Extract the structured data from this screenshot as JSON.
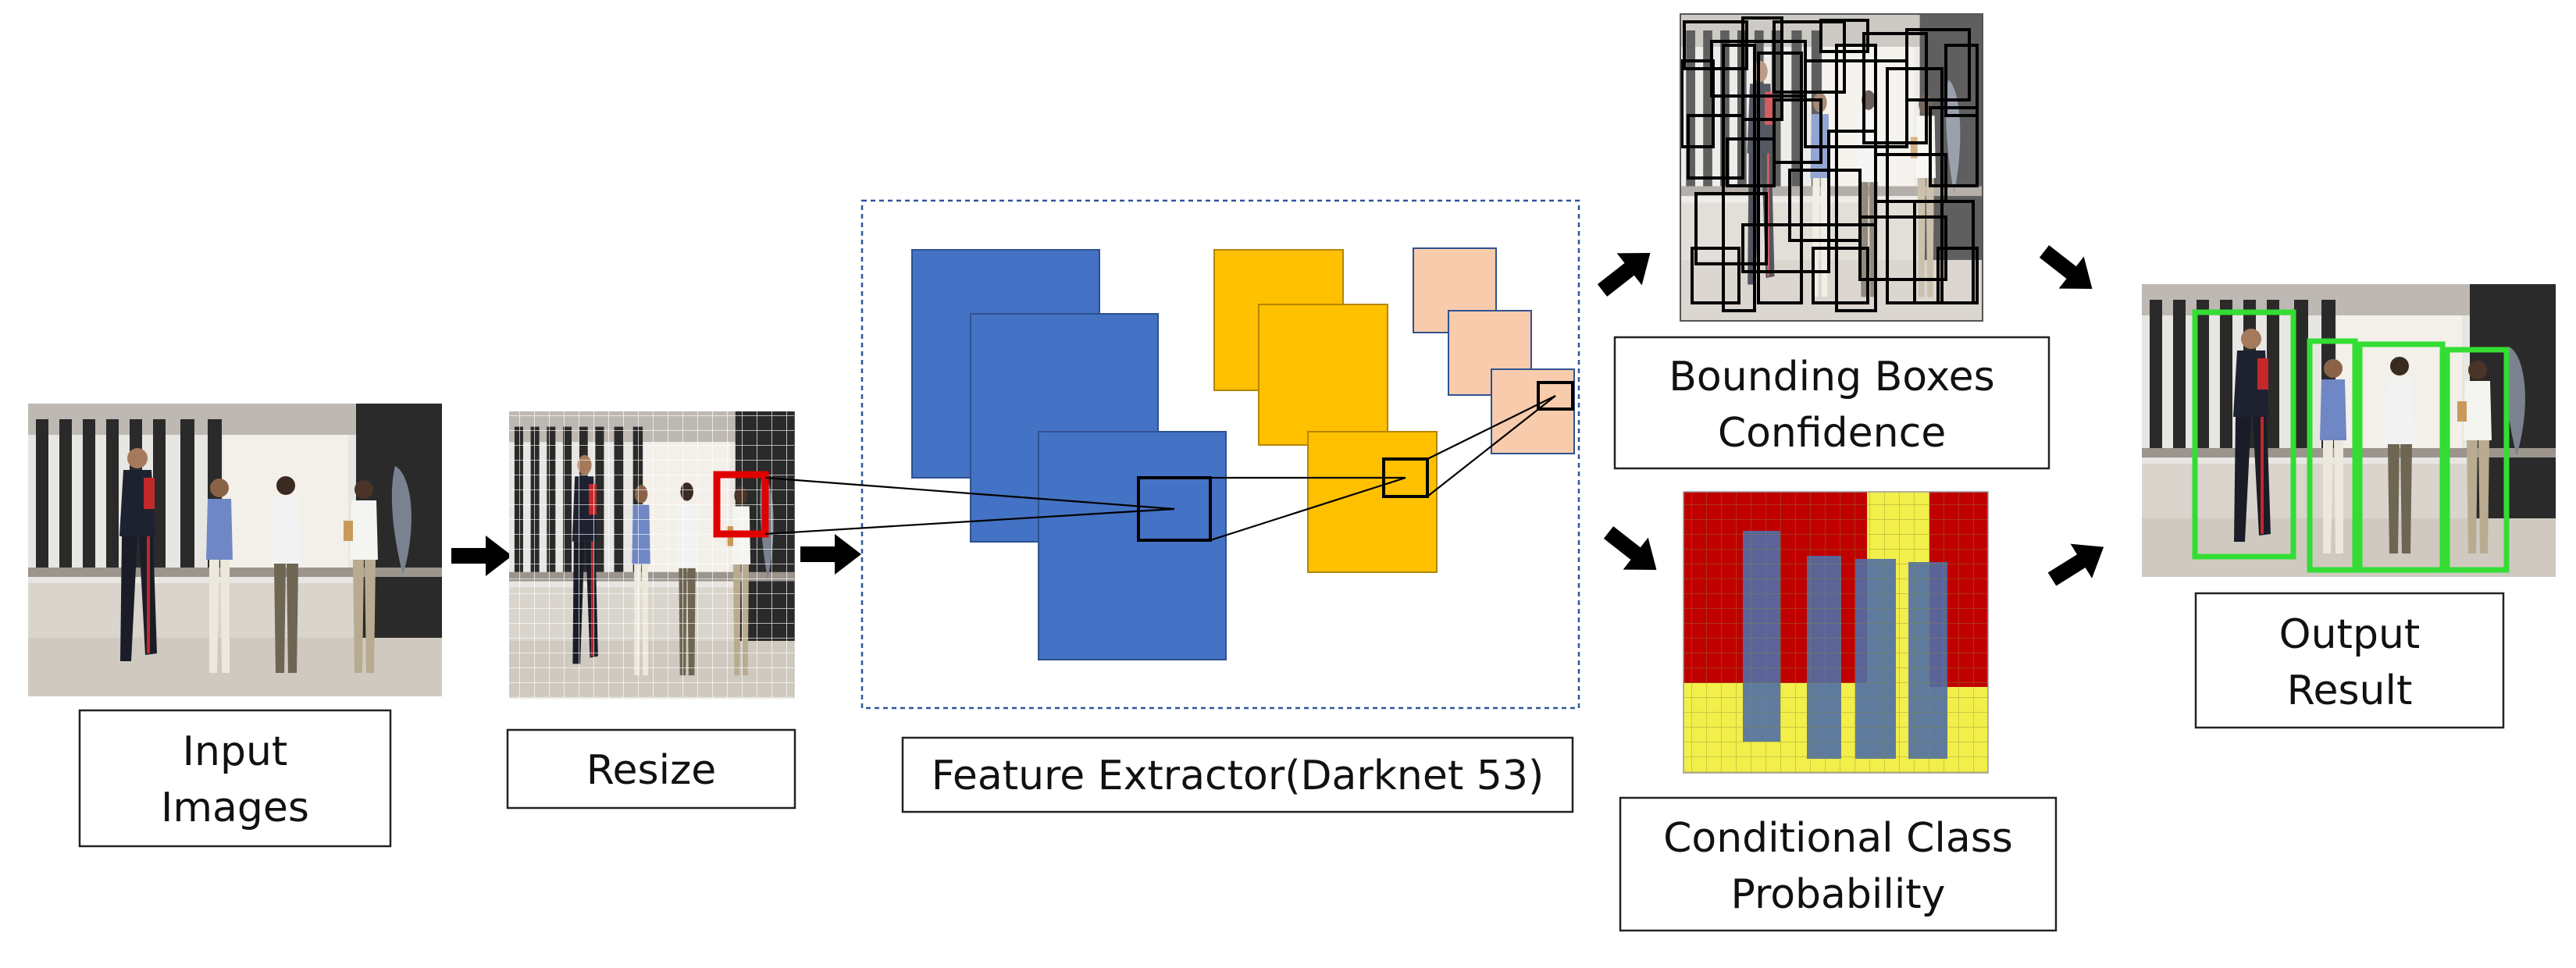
{
  "labels": {
    "input_images": [
      "Input",
      "Images"
    ],
    "resize": "Resize",
    "feature_extractor": "Feature Extractor(Darknet 53)",
    "bounding_boxes_confidence": [
      "Bounding Boxes",
      "Confidence"
    ],
    "conditional_class_probability": [
      "Conditional Class",
      "Probability"
    ],
    "output_result": [
      "Output",
      "Result"
    ]
  },
  "colors": {
    "blue_block": "#4472c4",
    "yellow_block": "#ffc000",
    "peach_block": "#f8cbad",
    "dashed_border": "#2f5597",
    "highlight_red": "#e00000",
    "detection_green": "#33dd33",
    "prob_red": "#c00000",
    "prob_yellow": "#f2ee4a"
  },
  "icons": {
    "flow_arrow": "arrow-icon",
    "scene": "pedestrian-scene"
  }
}
